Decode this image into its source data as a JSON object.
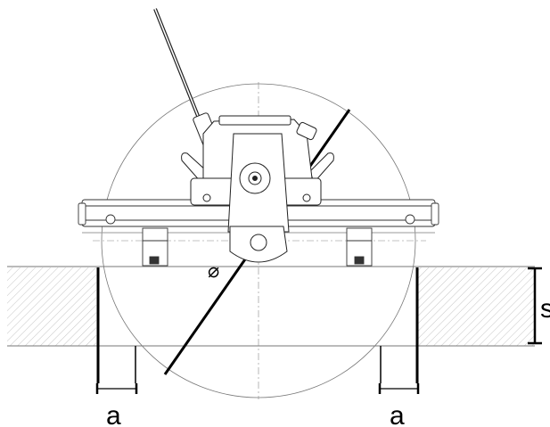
{
  "labels": {
    "diameter": "⌀",
    "spacing_left": "a",
    "spacing_right": "a",
    "depth": "s"
  },
  "colors": {
    "line": "#000000",
    "hatch": "#bdbdbd",
    "thin": "#555555"
  }
}
